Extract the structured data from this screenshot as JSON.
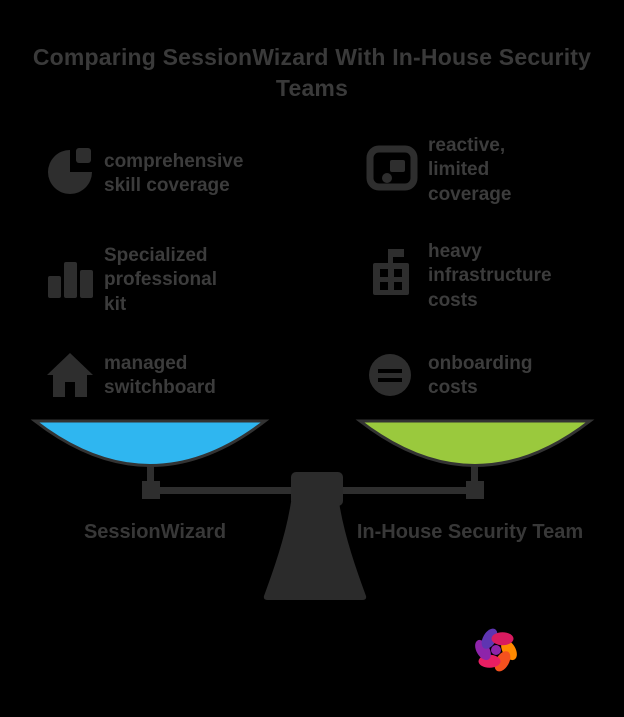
{
  "title": "Comparing SessionWizard With In-House Security Teams",
  "features": {
    "left": [
      {
        "icon": "pie-chart-icon",
        "label": "comprehensive skill coverage"
      },
      {
        "icon": "bar-chart-icon",
        "label": "Specialized professional kit"
      },
      {
        "icon": "home-icon",
        "label": "managed switchboard"
      }
    ],
    "right": [
      {
        "icon": "user-card-icon",
        "label": "reactive, limited coverage"
      },
      {
        "icon": "bank-icon",
        "label": "heavy infrastructure costs"
      },
      {
        "icon": "coin-icon",
        "label": "onboarding costs"
      }
    ]
  },
  "scale": {
    "left_label": "SessionWizard",
    "right_label": "In-House Security Team",
    "left_pan_color": "#2fb6f0",
    "right_pan_color": "#9ac93d",
    "outline_color": "#333333"
  },
  "logo": {
    "name": "pinwheel-logo",
    "colors": [
      "#ff8a00",
      "#f4511e",
      "#e91e63",
      "#8e24aa",
      "#5e35b1",
      "#d81b60"
    ]
  }
}
